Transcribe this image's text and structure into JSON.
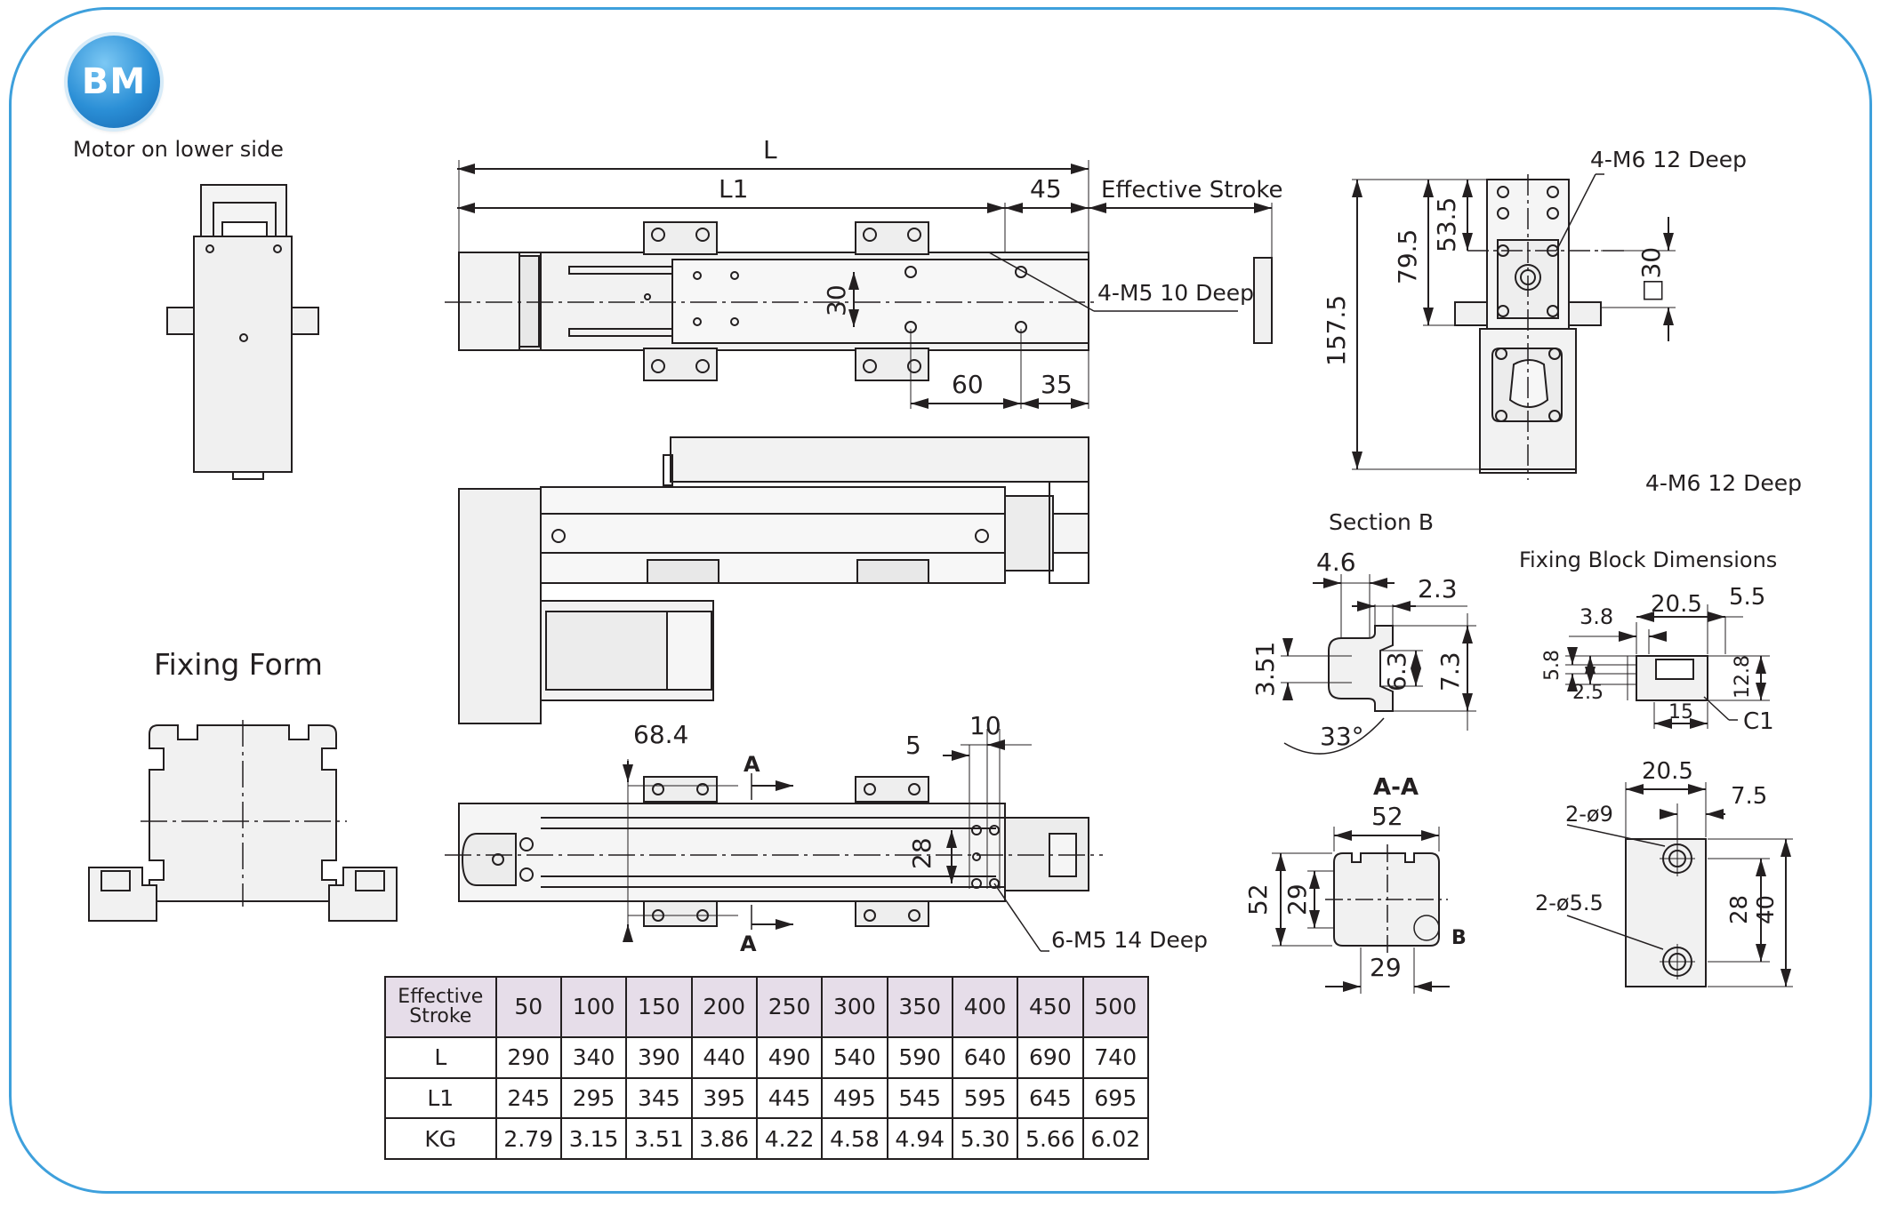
{
  "logo": {
    "text": "BM",
    "accent": "#3ea0dc"
  },
  "captions": {
    "motor_side": "Motor on lower side",
    "fixing_form": "Fixing Form",
    "section_b": "Section B",
    "fixing_block": "Fixing Block Dimensions",
    "aa": "A-A",
    "effective_stroke": "Effective Stroke"
  },
  "top_view": {
    "L": "L",
    "L1": "L1",
    "d45": "45",
    "d30": "30",
    "d60": "60",
    "d35": "35",
    "note": "4-M5  10 Deep"
  },
  "bottom_view": {
    "d68_4": "68.4",
    "d5": "5",
    "d10": "10",
    "d28": "28",
    "note": "6-M5  14 Deep",
    "section_mark": "A"
  },
  "end_view": {
    "d157_5": "157.5",
    "d79_5": "79.5",
    "d53_5": "53.5",
    "sq30": "□30",
    "note_top": "4-M6  12 Deep",
    "note_bottom": "4-M6  12 Deep"
  },
  "section_b": {
    "d4_6": "4.6",
    "d2_3": "2.3",
    "d3_51": "3.51",
    "d6_3": "6.3",
    "d7_3": "7.3",
    "angle": "33°"
  },
  "aa_section": {
    "w52": "52",
    "h52": "52",
    "d29v": "29",
    "d29h": "29",
    "mark": "B"
  },
  "fixing_block": {
    "d3_8": "3.8",
    "d20_5": "20.5",
    "d5_5": "5.5",
    "d5_8": "5.8",
    "d2_5": "2.5",
    "d12_8": "12.8",
    "d15": "15",
    "c1": "C1",
    "d20_5b": "20.5",
    "d7_5": "7.5",
    "phi9": "2-ø9",
    "phi5_5": "2-ø5.5",
    "d28": "28",
    "d40": "40"
  },
  "spec_table": {
    "header_label": [
      "Effective",
      "Stroke"
    ],
    "strokes": [
      "50",
      "100",
      "150",
      "200",
      "250",
      "300",
      "350",
      "400",
      "450",
      "500"
    ],
    "rows": [
      {
        "label": "L",
        "values": [
          "290",
          "340",
          "390",
          "440",
          "490",
          "540",
          "590",
          "640",
          "690",
          "740"
        ]
      },
      {
        "label": "L1",
        "values": [
          "245",
          "295",
          "345",
          "395",
          "445",
          "495",
          "545",
          "595",
          "645",
          "695"
        ]
      },
      {
        "label": "KG",
        "values": [
          "2.79",
          "3.15",
          "3.51",
          "3.86",
          "4.22",
          "4.58",
          "4.94",
          "5.30",
          "5.66",
          "6.02"
        ]
      }
    ]
  }
}
